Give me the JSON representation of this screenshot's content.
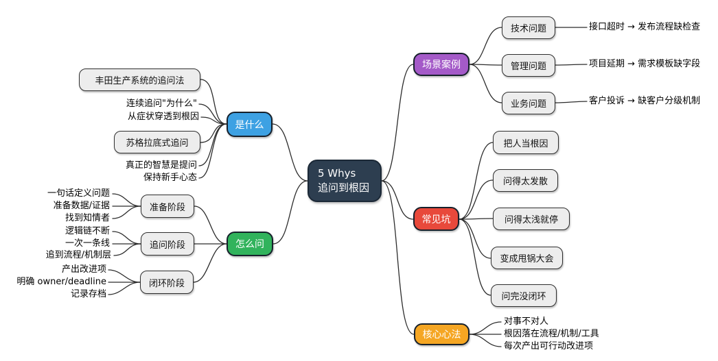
{
  "mindmap": {
    "root": {
      "line1": "5 Whys",
      "line2": "追问到根因"
    },
    "colors": {
      "root_bg": "#2d3e50",
      "what_bg": "#3da1e3",
      "how_bg": "#31b35c",
      "cases_bg": "#a45ac8",
      "pitfalls_bg": "#e8493b",
      "principles_bg": "#f5a623",
      "child_bg": "#ededed",
      "edge": "#2b2b2b"
    },
    "branches": [
      {
        "label": "是什么",
        "children": [
          {
            "label": "丰田生产系统的追问法"
          },
          {
            "label": "连续追问\"为什么\""
          },
          {
            "label": "从症状穿透到根因"
          },
          {
            "label": "苏格拉底式追问"
          },
          {
            "label": "真正的智慧是提问"
          },
          {
            "label": "保持新手心态"
          }
        ]
      },
      {
        "label": "怎么问",
        "children": [
          {
            "label": "准备阶段",
            "children": [
              {
                "label": "一句话定义问题"
              },
              {
                "label": "准备数据/证据"
              },
              {
                "label": "找到知情者"
              }
            ]
          },
          {
            "label": "追问阶段",
            "children": [
              {
                "label": "逻辑链不断"
              },
              {
                "label": "一次一条线"
              },
              {
                "label": "追到流程/机制层"
              }
            ]
          },
          {
            "label": "闭环阶段",
            "children": [
              {
                "label": "产出改进项"
              },
              {
                "label": "明确 owner/deadline"
              },
              {
                "label": "记录存档"
              }
            ]
          }
        ]
      },
      {
        "label": "场景案例",
        "children": [
          {
            "label": "技术问题",
            "children": [
              {
                "label": "接口超时 → 发布流程缺检查"
              }
            ]
          },
          {
            "label": "管理问题",
            "children": [
              {
                "label": "项目延期 → 需求模板缺字段"
              }
            ]
          },
          {
            "label": "业务问题",
            "children": [
              {
                "label": "客户投诉 → 缺客户分级机制"
              }
            ]
          }
        ]
      },
      {
        "label": "常见坑",
        "children": [
          {
            "label": "把人当根因"
          },
          {
            "label": "问得太发散"
          },
          {
            "label": "问得太浅就停"
          },
          {
            "label": "变成甩锅大会"
          },
          {
            "label": "问完没闭环"
          }
        ]
      },
      {
        "label": "核心心法",
        "children": [
          {
            "label": "对事不对人"
          },
          {
            "label": "根因落在流程/机制/工具"
          },
          {
            "label": "每次产出可行动改进项"
          }
        ]
      }
    ]
  }
}
